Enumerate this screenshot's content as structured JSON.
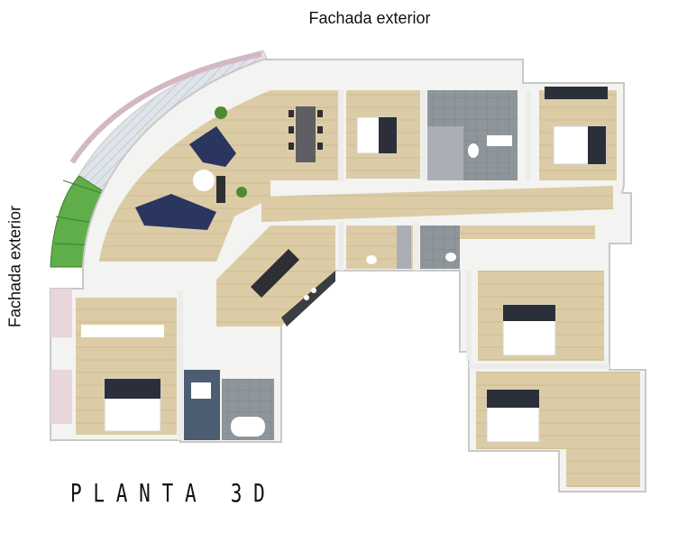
{
  "labels": {
    "facade_top": "Fachada exterior",
    "facade_left": "Fachada exterior",
    "title": "PLANTA 3D"
  },
  "colors": {
    "floor_wood": "#d9c9a3",
    "floor_tile": "#8f969c",
    "wall": "#f4f4f2",
    "bed_dark": "#2b2f3a",
    "sofa_navy": "#2a3560",
    "terrace_grass": "#5fae4a",
    "terrace_glass": "#d9dfe6"
  }
}
